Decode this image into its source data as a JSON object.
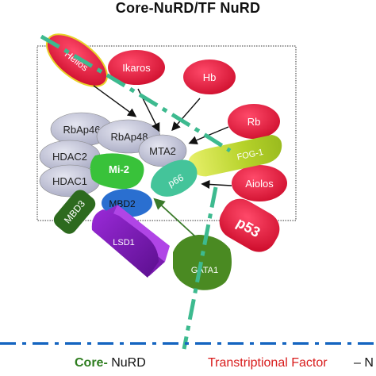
{
  "title": "Core-NuRD/TF NuRD",
  "proteins": {
    "helios": "Helios",
    "ikaros": "Ikaros",
    "hb": "Hb",
    "rbap46": "RbAp46",
    "rbap48": "RbAp48",
    "rb": "Rb",
    "hdac2": "HDAC2",
    "mta2": "MTA2",
    "fog1": "FOG-1",
    "mi2": "Mi-2",
    "hdac1": "HDAC1",
    "p66": "p66",
    "aiolos": "Aiolos",
    "mbd3": "MBD3",
    "mbd2": "MBD2",
    "lsd1": "LSD1",
    "p53": "p53",
    "gata1": "GATA1"
  },
  "legend": {
    "core_word": "Core-",
    "core_rest": " NuRD",
    "tf": "Transtriptional Factor",
    "more": "– N"
  },
  "colors": {
    "core_green": "#2e7d1f",
    "tf_red": "#d81b1b",
    "dash_teal": "#3dba8f",
    "dash_blue": "#1565c0",
    "red_protein": "#e8163c",
    "grey_protein": "#c2c4d8"
  }
}
